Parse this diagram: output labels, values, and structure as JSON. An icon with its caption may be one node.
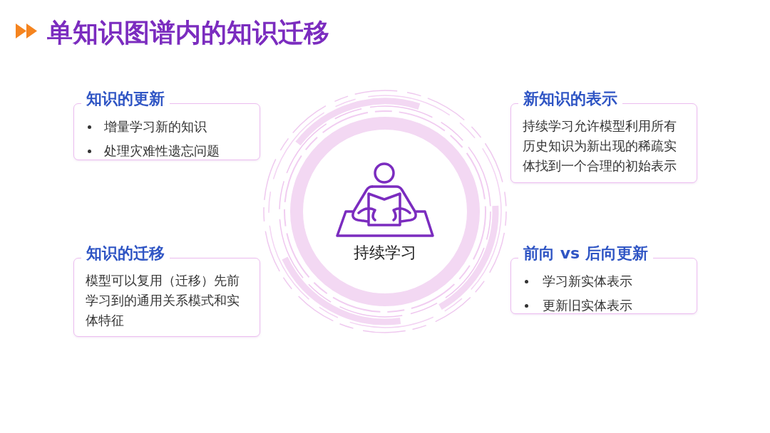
{
  "diagram": {
    "title": "单知识图谱内的知识迁移",
    "nodes": [
      {
        "text": [
          "知识的更新",
          "增量学习新的知识",
          "处理灾难性遗忘问题"
        ]
      },
      {
        "text": [
          "新知识的表示",
          "持续学习允许模型利用所有历史知识为新出现的稀疏实体找到一个合理的初始表示"
        ]
      },
      {
        "text": [
          "持续学习"
        ]
      },
      {
        "text": [
          "知识的迁移",
          "模型可以复用（迁移）先前学习到的通用关系模式和实体特征"
        ]
      },
      {
        "text": [
          "前向 vs 后向更新",
          "学习新实体表示",
          "更新旧实体表示"
        ]
      }
    ]
  }
}
